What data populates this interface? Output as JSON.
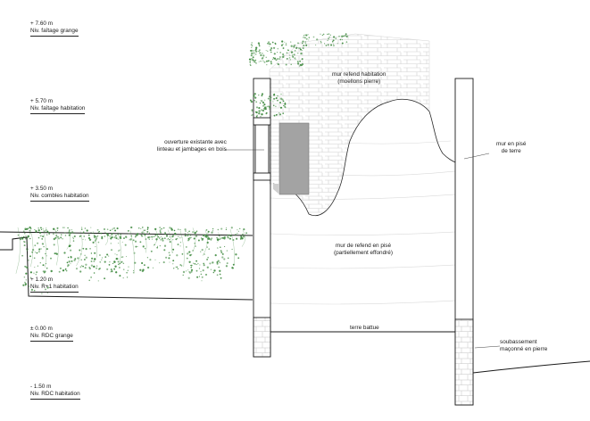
{
  "levels": [
    {
      "value": "+ 7.60 m",
      "name": "Niv. faîtage grange"
    },
    {
      "value": "+ 5.70 m",
      "name": "Niv. faîtage habitation"
    },
    {
      "value": "+ 3.50 m",
      "name": "Niv. combles habitation"
    },
    {
      "value": "+ 1.20 m",
      "name": "Niv. R+1 habitation"
    },
    {
      "value": "± 0.00 m",
      "name": "Niv. RDC grange"
    },
    {
      "value": "- 1.50 m",
      "name": "Niv. RDC habitation"
    }
  ],
  "annotations": {
    "opening": [
      "ouverture existante avec",
      "linteau et jambages en bois"
    ],
    "stone_wall": [
      "mur refend habitation",
      "(moellons pierre)"
    ],
    "rammed_wall": [
      "mur de refend en pisé",
      "(partiellement effondré)"
    ],
    "right_wall": [
      "mur en pisé",
      "de terre"
    ],
    "floor": [
      "terre battue"
    ],
    "base": [
      "soubassement",
      "maçonné en pierre"
    ]
  },
  "colors": {
    "line": "#1a1a1a",
    "vegetation": "#3f8a3f",
    "stone": "#bdbdbd",
    "opening_fill": "#9e9e9e",
    "leader": "#444444"
  }
}
